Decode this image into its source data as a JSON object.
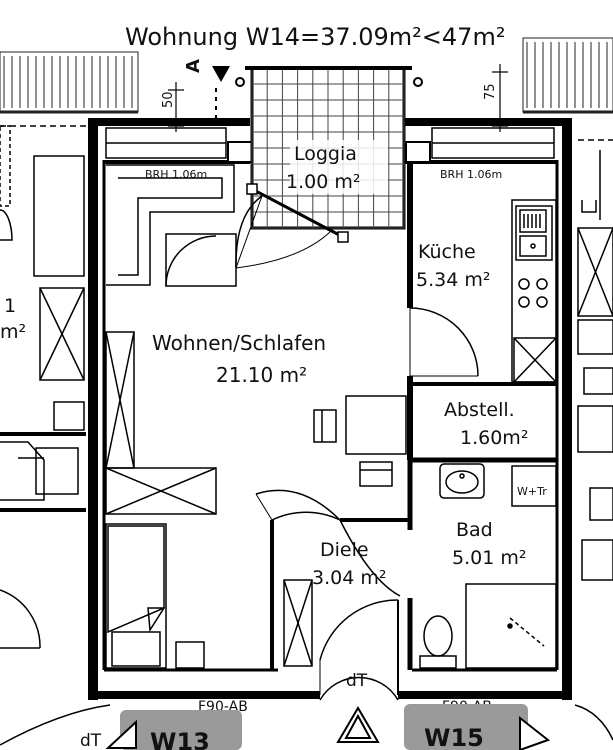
{
  "title": "Wohnung  W14=37.09m²<47m²",
  "section_marker": "A",
  "dimensions": {
    "left": "50",
    "right": "75"
  },
  "rooms": {
    "loggia": {
      "name": "Loggia",
      "area": "1.00  m²"
    },
    "wohnen": {
      "name": "Wohnen/Schlafen",
      "area": "21.10  m²"
    },
    "kueche": {
      "name": "Küche",
      "area": "5.34  m²"
    },
    "abstell": {
      "name": "Abstell.",
      "area": "1.60m²"
    },
    "bad": {
      "name": "Bad",
      "area": "5.01  m²"
    },
    "diele": {
      "name": "Diele",
      "area": "3.04  m²"
    },
    "neighbor": {
      "name": "1",
      "area": "m²"
    }
  },
  "brh_left": "BRH 1.06m",
  "brh_right": "BRH 1.06m",
  "wtr": "W+Tr",
  "door_type": "dT",
  "fire_left": "F90-AB",
  "fire_right": "F90-AB",
  "dt_left": "dT",
  "units": {
    "left": "W13",
    "right": "W15"
  }
}
